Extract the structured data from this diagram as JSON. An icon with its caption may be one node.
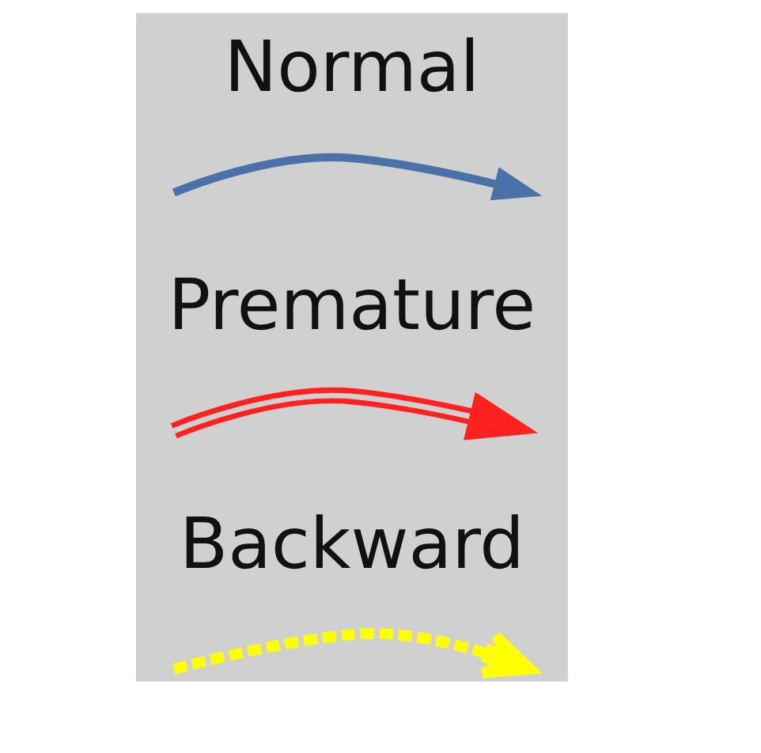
{
  "diagram": {
    "legend": [
      {
        "text": "Normal"
      },
      {
        "text": "Premature"
      },
      {
        "text": "Backward"
      }
    ]
  }
}
